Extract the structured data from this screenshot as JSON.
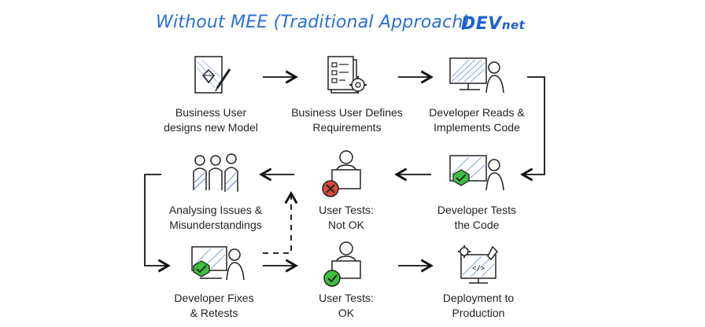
{
  "title": "Without MEE (Traditional Approach)",
  "logo": {
    "main": "DEV",
    "suffix": "net"
  },
  "nodes": {
    "business_user_designs": {
      "line1": "Business User",
      "line2": "designs new Model"
    },
    "business_user_defines": {
      "line1": "Business User Defines",
      "line2": "Requirements"
    },
    "developer_implements": {
      "line1": "Developer Reads &",
      "line2": "Implements Code"
    },
    "developer_tests": {
      "line1": "Developer Tests",
      "line2": "the Code"
    },
    "user_tests_not_ok": {
      "line1": "User Tests:",
      "line2": "Not OK"
    },
    "analysing_issues": {
      "line1": "Analysing Issues &",
      "line2": "Misunderstandings"
    },
    "developer_fixes": {
      "line1": "Developer Fixes",
      "line2": "& Retests"
    },
    "user_tests_ok": {
      "line1": "User Tests:",
      "line2": "OK"
    },
    "deployment": {
      "line1": "Deployment to",
      "line2": "Production"
    }
  },
  "colors": {
    "title": "#2a6fd6",
    "logo": "#1f5fd3",
    "check": "#3fbf3f",
    "cross": "#d94a3a",
    "sketch": "#4a7bd0"
  }
}
